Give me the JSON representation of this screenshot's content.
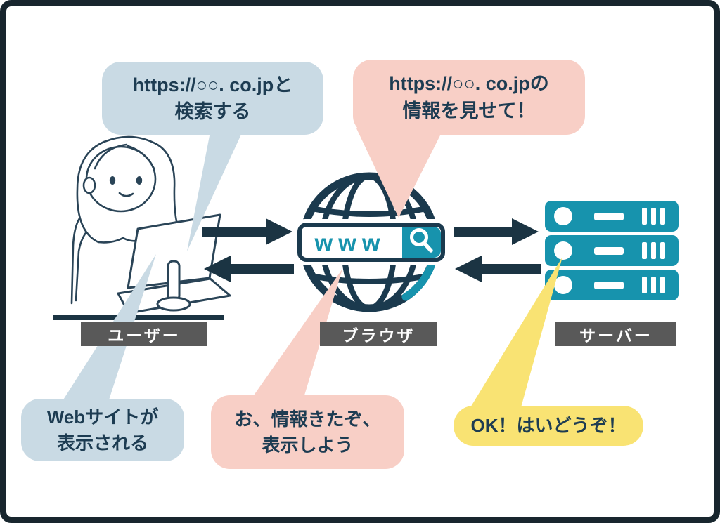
{
  "entities": {
    "user": {
      "label": "ユーザー"
    },
    "browser": {
      "label": "ブラウザ",
      "www_text": "www"
    },
    "server": {
      "label": "サーバー"
    }
  },
  "bubbles": {
    "user_search": {
      "color": "#c9dae4",
      "lines": [
        "https://○○. co.jpと",
        "検索する"
      ]
    },
    "browser_request": {
      "color": "#f8cfc6",
      "lines": [
        "https://○○. co.jpの",
        "情報を見せて！"
      ]
    },
    "website_displayed": {
      "color": "#c9dae4",
      "lines": [
        "Webサイトが",
        "表示される"
      ]
    },
    "browser_render": {
      "color": "#f8cfc6",
      "lines": [
        "お、情報きたぞ、",
        "表示しよう"
      ]
    },
    "server_reply": {
      "color": "#f9e373",
      "lines": [
        "OK！はいどうぞ！"
      ]
    }
  },
  "colors": {
    "navy_line": "#1b3a4e",
    "arrow_navy": "#1b3443",
    "teal_accent": "#1793ad",
    "label_gray": "#595959",
    "text_navy": "#1d3c52",
    "frame_border": "#18262e",
    "bubble_blue": "#c9dae4",
    "bubble_pink": "#f8cfc6",
    "bubble_yellow": "#f9e373"
  }
}
